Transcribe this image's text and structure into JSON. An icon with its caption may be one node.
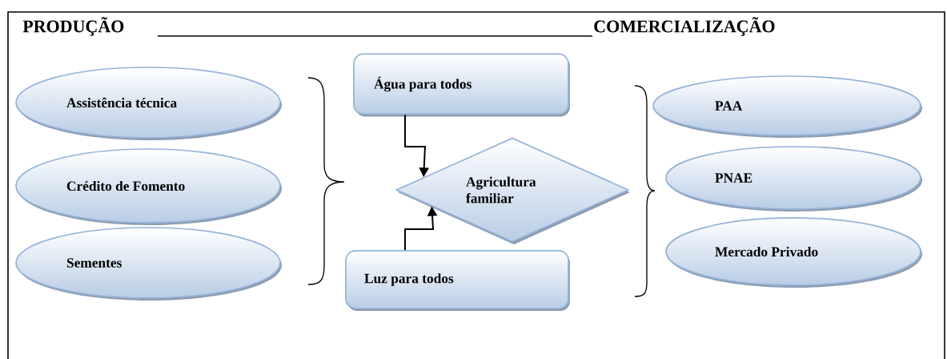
{
  "diagram": {
    "nodes": [
      {
        "text": [
          "Assistência técnica"
        ]
      },
      {
        "text": [
          "Crédito de Fomento"
        ]
      },
      {
        "text": [
          "Sementes"
        ]
      },
      {
        "text": [
          "Água para todos"
        ]
      },
      {
        "text": [
          "Agricultura familiar"
        ]
      },
      {
        "text": [
          "Luz para todos"
        ]
      },
      {
        "text": [
          "PAA"
        ]
      },
      {
        "text": [
          "PNAE"
        ]
      },
      {
        "text": [
          "Mercado Privado"
        ]
      }
    ],
    "edges": [
      {
        "from": 3,
        "to": 4,
        "arrow": "to"
      },
      {
        "from": 5,
        "to": 4,
        "arrow": "to"
      }
    ],
    "labels": [
      "PRODUÇÃO",
      "COMERCIALIZAÇÃO"
    ]
  }
}
